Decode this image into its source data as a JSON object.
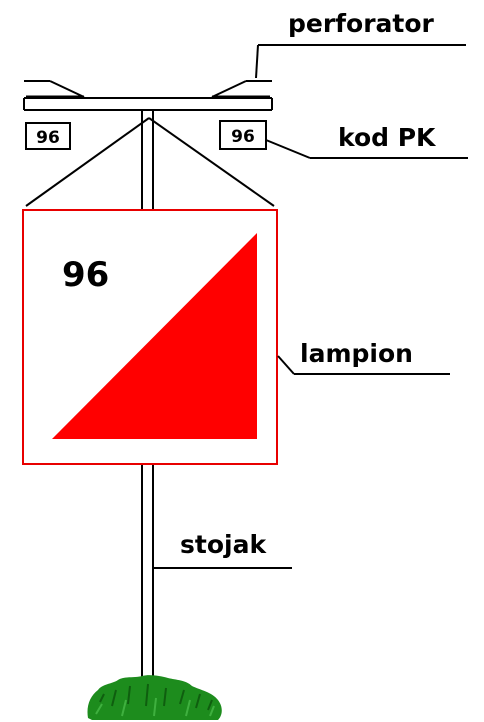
{
  "labels": {
    "perforator": "perforator",
    "kod_pk": "kod PK",
    "lampion": "lampion",
    "stojak": "stojak"
  },
  "control_code": "96",
  "colors": {
    "flag_red": "#ff0000",
    "grass_green": "#1d8c1d",
    "line": "#000000"
  }
}
